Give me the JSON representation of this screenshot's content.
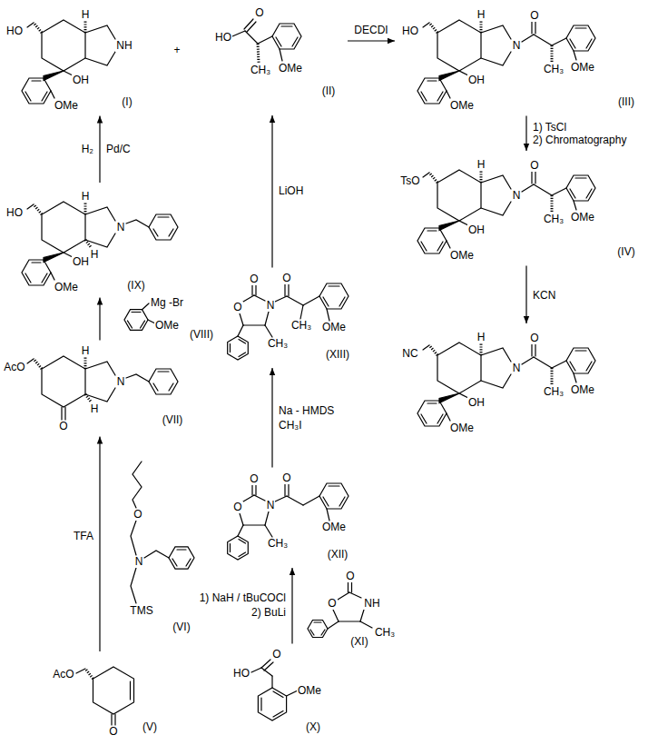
{
  "diagram": {
    "nodes": [
      {
        "text": [
          "HO",
          "H",
          "NH",
          "OH",
          "OMe",
          "(I)"
        ]
      },
      {
        "text": [
          "O",
          "HO",
          "CH₃",
          "OMe",
          "(II)"
        ]
      },
      {
        "text": [
          "HO",
          "H",
          "N",
          "O",
          "OH",
          "OMe",
          "CH₃",
          "OMe",
          "(III)"
        ]
      },
      {
        "text": [
          "HO",
          "H",
          "N",
          "H",
          "OH",
          "OMe",
          "(IX)"
        ]
      },
      {
        "text": [
          "O",
          "O",
          "N",
          "O",
          "CH₃",
          "OMe",
          "CH₃",
          "(XIII)"
        ]
      },
      {
        "text": [
          "TsO",
          "H",
          "N",
          "O",
          "OH",
          "OMe",
          "CH₃",
          "OMe",
          "(IV)"
        ]
      },
      {
        "text": [
          "Mg -Br",
          "OMe",
          "(VIII)"
        ]
      },
      {
        "text": [
          "AcO",
          "H",
          "N",
          "H",
          "O",
          "(VII)"
        ]
      },
      {
        "text": [
          "O",
          "O",
          "N",
          "O",
          "OMe",
          "CH₃",
          "(XII)"
        ]
      },
      {
        "text": [
          "NC",
          "H",
          "N",
          "O",
          "OH",
          "OMe",
          "CH₃",
          "OMe"
        ]
      },
      {
        "text": [
          "O",
          "N",
          "TMS",
          "(VI)"
        ]
      },
      {
        "text": [
          "O",
          "O",
          "NH",
          "CH₃",
          "(XI)"
        ]
      },
      {
        "text": [
          "AcO",
          "O",
          "(V)"
        ]
      },
      {
        "text": [
          "HO",
          "O",
          "OMe",
          "(X)"
        ]
      }
    ],
    "edges": [
      {
        "from": 1,
        "to": 2,
        "label": "DECDI",
        "arrow": "to"
      },
      {
        "from": 2,
        "to": 5,
        "label": "1) TsCl",
        "arrow": "to"
      },
      {
        "from": 5,
        "to": 9,
        "label": "KCN",
        "arrow": "to"
      },
      {
        "from": 3,
        "to": 0,
        "label": "H₂",
        "arrow": "to"
      },
      {
        "from": 7,
        "to": 3,
        "arrow": "to"
      },
      {
        "from": 12,
        "to": 7,
        "label": "TFA",
        "arrow": "to"
      },
      {
        "from": 4,
        "to": 1,
        "label": "LiOH",
        "arrow": "to"
      },
      {
        "from": 8,
        "to": 4,
        "label": "Na - HMDS",
        "arrow": "to"
      },
      {
        "from": 13,
        "to": 8,
        "label": "1) NaH / tBuCOCl",
        "arrow": "to"
      }
    ],
    "labels": [
      "+",
      "2) Chromatography",
      "Pd/C",
      "CH₃I",
      "2) BuLi"
    ]
  }
}
